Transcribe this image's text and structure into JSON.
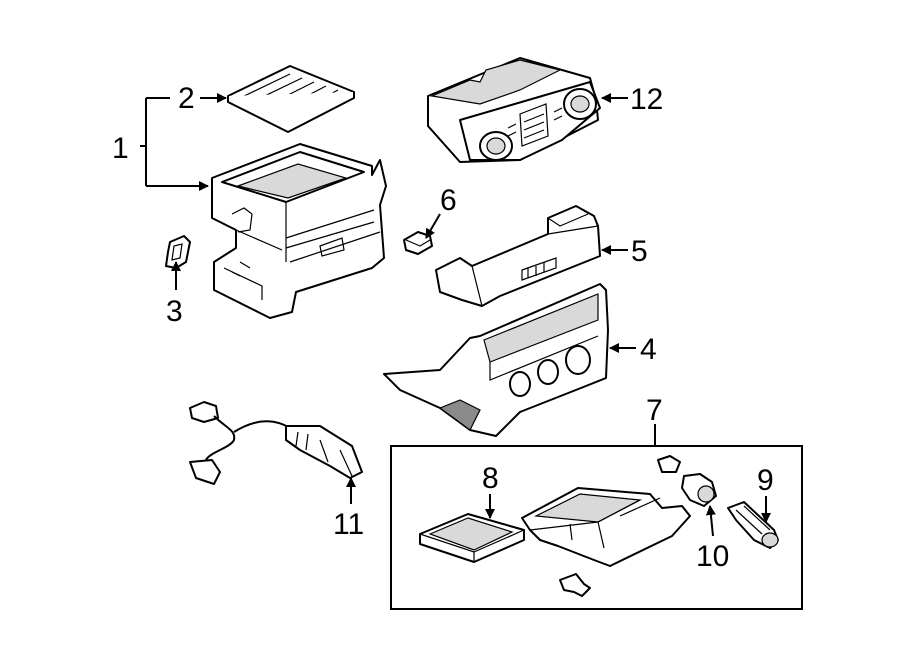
{
  "diagram": {
    "background_color": "#ffffff",
    "line_color": "#000000",
    "callouts": [
      {
        "id": "1",
        "label": "1"
      },
      {
        "id": "2",
        "label": "2"
      },
      {
        "id": "3",
        "label": "3"
      },
      {
        "id": "4",
        "label": "4"
      },
      {
        "id": "5",
        "label": "5"
      },
      {
        "id": "6",
        "label": "6"
      },
      {
        "id": "7",
        "label": "7"
      },
      {
        "id": "8",
        "label": "8"
      },
      {
        "id": "9",
        "label": "9"
      },
      {
        "id": "10",
        "label": "10"
      },
      {
        "id": "11",
        "label": "11"
      },
      {
        "id": "12",
        "label": "12"
      }
    ]
  }
}
